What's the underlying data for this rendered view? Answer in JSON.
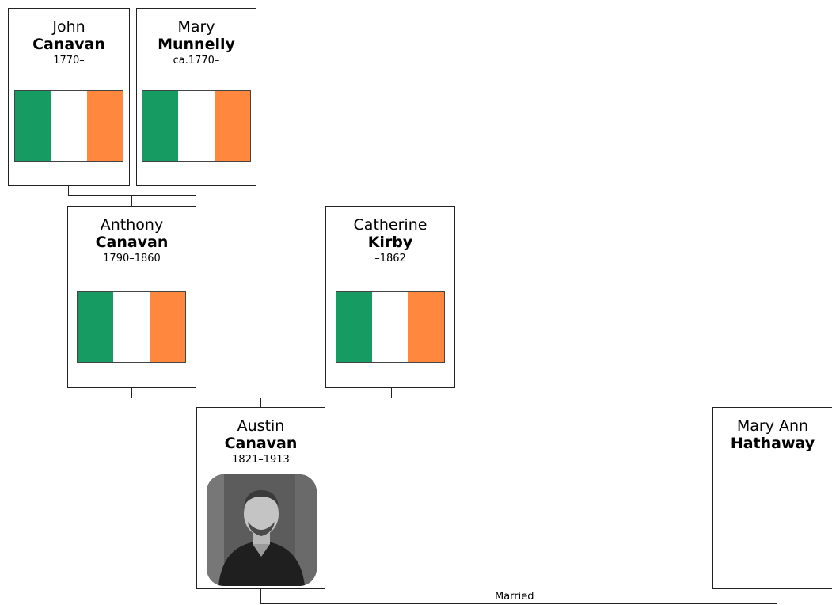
{
  "people": {
    "john": {
      "first": "John",
      "last": "Canavan",
      "dates": "1770–",
      "image": "irish-flag"
    },
    "mary_m": {
      "first": "Mary",
      "last": "Munnelly",
      "dates": "ca.1770–",
      "image": "irish-flag"
    },
    "anthony": {
      "first": "Anthony",
      "last": "Canavan",
      "dates": "1790–1860",
      "image": "irish-flag"
    },
    "catherine": {
      "first": "Catherine",
      "last": "Kirby",
      "dates": "–1862",
      "image": "irish-flag"
    },
    "austin": {
      "first": "Austin",
      "last": "Canavan",
      "dates": "1821–1913",
      "image": "portrait-photo"
    },
    "mary_ann": {
      "first": "Mary Ann",
      "last": "Hathaway",
      "dates": "",
      "image": ""
    }
  },
  "relationship_label": "Married",
  "flag_colors": {
    "green": "#169b62",
    "white": "#ffffff",
    "orange": "#ff883e"
  }
}
